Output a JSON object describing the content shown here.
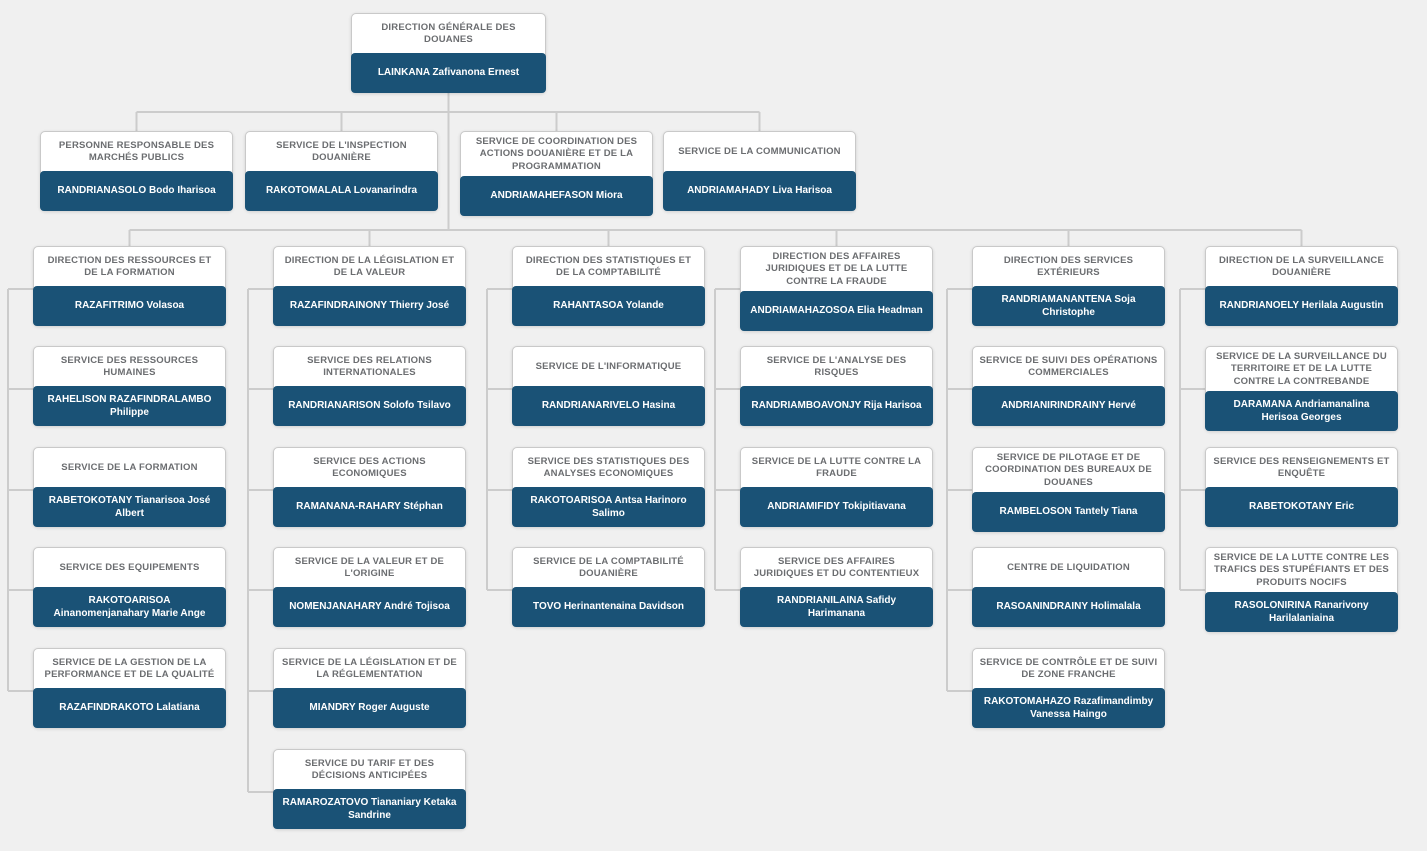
{
  "colors": {
    "canvas_background": "#f0f0f0",
    "node_fill": "#1a5276",
    "node_border": "#c9c9c9",
    "title_text": "#6b6d70",
    "name_text": "#ffffff",
    "connector_line": "#cccccc"
  },
  "org": {
    "root": {
      "title": "DIRECTION GÉNÉRALE DES DOUANES",
      "name": "LAINKANA Zafivanona Ernest"
    },
    "staff": [
      {
        "title": "PERSONNE RESPONSABLE DES MARCHÉS PUBLICS",
        "name": "RANDRIANASOLO Bodo Iharisoa"
      },
      {
        "title": "SERVICE DE L'INSPECTION DOUANIÈRE",
        "name": "RAKOTOMALALA Lovanarindra"
      },
      {
        "title": "SERVICE DE COORDINATION DES ACTIONS DOUANIÈRE ET DE LA PROGRAMMATION",
        "name": "ANDRIAMAHEFASON Miora"
      },
      {
        "title": "SERVICE DE LA COMMUNICATION",
        "name": "ANDRIAMAHADY Liva Harisoa"
      }
    ],
    "directions": [
      {
        "head": {
          "title": "DIRECTION DES RESSOURCES ET DE LA FORMATION",
          "name": "RAZAFITRIMO Volasoa"
        },
        "services": [
          {
            "title": "SERVICE DES RESSOURCES HUMAINES",
            "name": "RAHELISON RAZAFINDRALAMBO Philippe"
          },
          {
            "title": "SERVICE DE LA FORMATION",
            "name": "RABETOKOTANY Tianarisoa José Albert"
          },
          {
            "title": "SERVICE DES EQUIPEMENTS",
            "name": "RAKOTOARISOA Ainanomenjanahary Marie Ange"
          },
          {
            "title": "SERVICE DE LA GESTION DE LA PERFORMANCE ET DE LA QUALITÉ",
            "name": "RAZAFINDRAKOTO Lalatiana"
          }
        ]
      },
      {
        "head": {
          "title": "DIRECTION DE LA LÉGISLATION ET DE LA VALEUR",
          "name": "RAZAFINDRAINONY Thierry José"
        },
        "services": [
          {
            "title": "SERVICE DES RELATIONS INTERNATIONALES",
            "name": "RANDRIANARISON Solofo Tsilavo"
          },
          {
            "title": "SERVICE DES ACTIONS ECONOMIQUES",
            "name": "RAMANANA-RAHARY Stéphan"
          },
          {
            "title": "SERVICE DE LA VALEUR ET DE L'ORIGINE",
            "name": "NOMENJANAHARY André Tojisoa"
          },
          {
            "title": "SERVICE DE LA LÉGISLATION ET DE LA RÉGLEMENTATION",
            "name": "MIANDRY Roger Auguste"
          },
          {
            "title": "SERVICE DU TARIF ET DES DÉCISIONS ANTICIPÉES",
            "name": "RAMAROZATOVO Tiananiary Ketaka Sandrine"
          }
        ]
      },
      {
        "head": {
          "title": "DIRECTION DES STATISTIQUES ET DE LA COMPTABILITÉ",
          "name": "RAHANTASOA Yolande"
        },
        "services": [
          {
            "title": "SERVICE DE L'INFORMATIQUE",
            "name": "RANDRIANARIVELO Hasina"
          },
          {
            "title": "SERVICE DES STATISTIQUES DES ANALYSES ECONOMIQUES",
            "name": "RAKOTOARISOA Antsa Harinoro Salimo"
          },
          {
            "title": "SERVICE DE LA COMPTABILITÉ DOUANIÈRE",
            "name": "TOVO Herinantenaina Davidson"
          }
        ]
      },
      {
        "head": {
          "title": "DIRECTION DES AFFAIRES JURIDIQUES ET DE LA LUTTE CONTRE LA FRAUDE",
          "name": "ANDRIAMAHAZOSOA Elia Headman"
        },
        "services": [
          {
            "title": "SERVICE DE L'ANALYSE DES RISQUES",
            "name": "RANDRIAMBOAVONJY Rija Harisoa"
          },
          {
            "title": "SERVICE DE LA LUTTE CONTRE LA FRAUDE",
            "name": "ANDRIAMIFIDY Tokipitiavana"
          },
          {
            "title": "SERVICE DES AFFAIRES JURIDIQUES ET DU CONTENTIEUX",
            "name": "RANDRIANILAINA Safidy Harimanana"
          }
        ]
      },
      {
        "head": {
          "title": "DIRECTION DES SERVICES EXTÉRIEURS",
          "name": "RANDRIAMANANTENA Soja Christophe"
        },
        "services": [
          {
            "title": "SERVICE DE SUIVI DES OPÉRATIONS COMMERCIALES",
            "name": "ANDRIANIRINDRAINY Hervé"
          },
          {
            "title": "SERVICE DE PILOTAGE ET DE COORDINATION DES BUREAUX DE DOUANES",
            "name": "RAMBELOSON Tantely Tiana"
          },
          {
            "title": "CENTRE DE LIQUIDATION",
            "name": "RASOANINDRAINY Holimalala"
          },
          {
            "title": "SERVICE DE CONTRÔLE ET DE SUIVI DE ZONE FRANCHE",
            "name": "RAKOTOMAHAZO Razafimandimby Vanessa Haingo"
          }
        ]
      },
      {
        "head": {
          "title": "DIRECTION DE LA SURVEILLANCE DOUANIÈRE",
          "name": "RANDRIANOELY Herilala Augustin"
        },
        "services": [
          {
            "title": "SERVICE DE LA SURVEILLANCE DU TERRITOIRE ET DE LA LUTTE CONTRE LA CONTREBANDE",
            "name": "DARAMANA Andriamanalina Herisoa Georges"
          },
          {
            "title": "SERVICE DES RENSEIGNEMENTS ET ENQUÊTE",
            "name": "RABETOKOTANY Eric"
          },
          {
            "title": "SERVICE DE LA LUTTE CONTRE LES TRAFICS DES STUPÉFIANTS ET DES PRODUITS NOCIFS",
            "name": "RASOLONIRINA Ranarivony Harilalaniaina"
          }
        ]
      }
    ]
  }
}
